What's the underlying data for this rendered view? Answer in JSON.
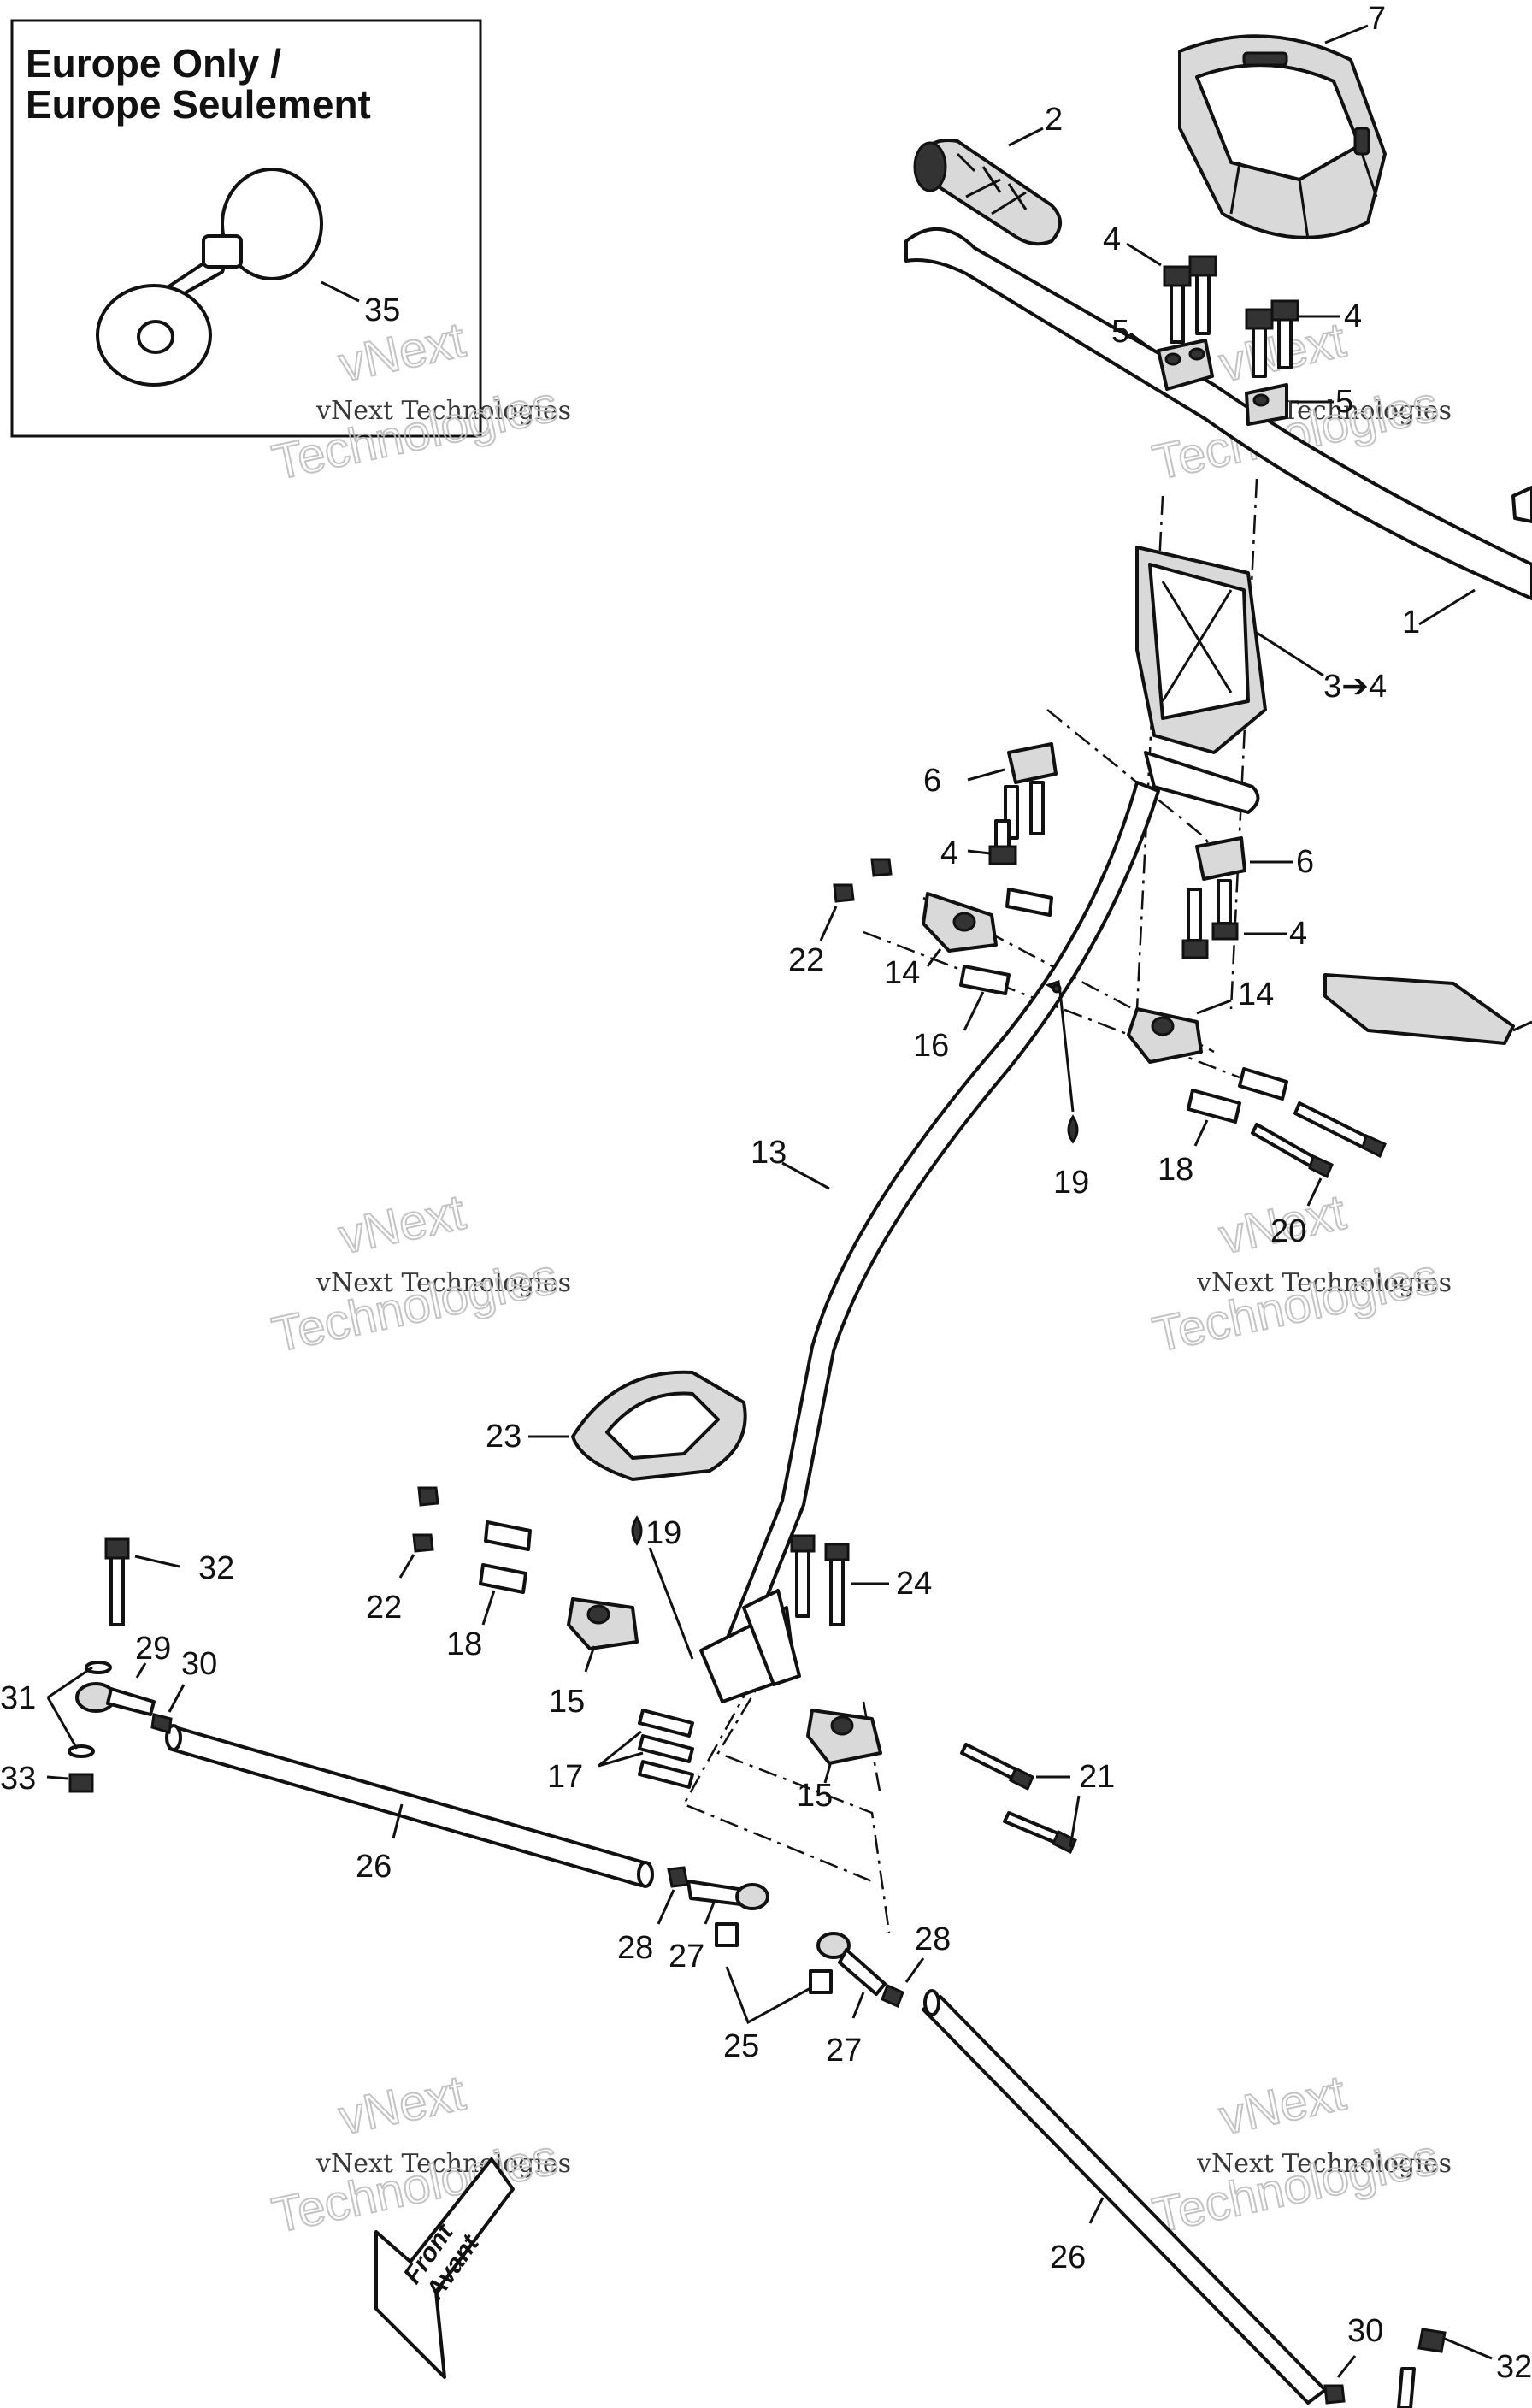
{
  "inset": {
    "title_line1": "Europe Only /",
    "title_line2": "Europe Seulement",
    "part_label": "35"
  },
  "watermark": {
    "line1": "vNext Technologies",
    "line2": "vNext",
    "line3": "Technologies"
  },
  "callouts": {
    "c1": "1",
    "c2": "2",
    "c3": "3➔4",
    "c4a": "4",
    "c4b": "4",
    "c4c": "4",
    "c4d": "4",
    "c5a": "5",
    "c5b": "5",
    "c6a": "6",
    "c6b": "6",
    "c7": "7",
    "c13": "13",
    "c14a": "14",
    "c14b": "14",
    "c15a": "15",
    "c15b": "15",
    "c16": "16",
    "c17": "17",
    "c18a": "18",
    "c18b": "18",
    "c19a": "19",
    "c19b": "19",
    "c20": "20",
    "c21": "21",
    "c22a": "22",
    "c22b": "22",
    "c23": "23",
    "c24": "24",
    "c25": "25",
    "c26a": "26",
    "c26b": "26",
    "c27a": "27",
    "c27b": "27",
    "c28a": "28",
    "c28b": "28",
    "c29": "29",
    "c30a": "30",
    "c30b": "30",
    "c31": "31",
    "c32a": "32",
    "c32b": "32",
    "c33": "33"
  },
  "front_arrow": {
    "line1": "Front",
    "line2": "Avant"
  }
}
